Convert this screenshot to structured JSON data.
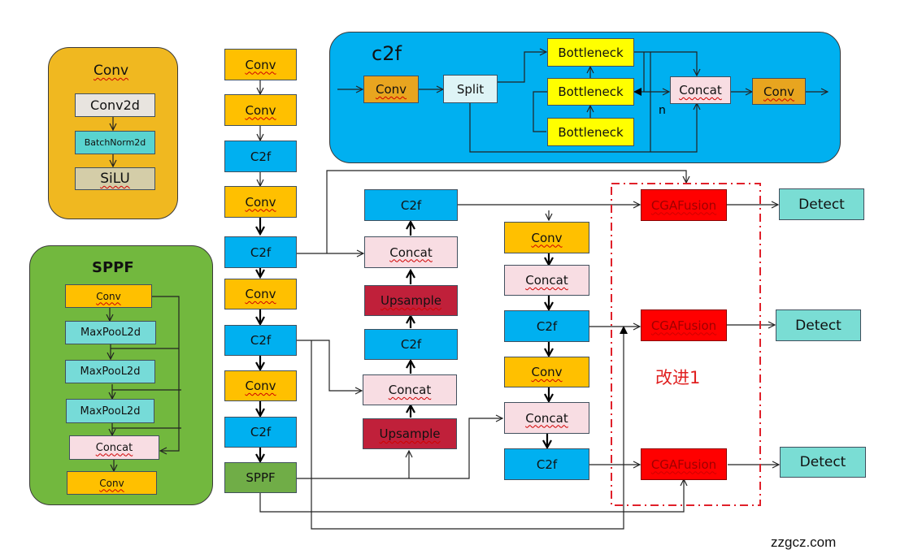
{
  "conv_panel": {
    "title": "Conv",
    "layers": [
      "Conv2d",
      "BatchNorm2d",
      "SiLU"
    ]
  },
  "sppf_panel": {
    "title": "SPPF",
    "layers": [
      "Conv",
      "MaxPooL2d",
      "MaxPooL2d",
      "MaxPooL2d",
      "Concat",
      "Conv"
    ]
  },
  "c2f_panel": {
    "title": "c2f",
    "conv_in": "Conv",
    "split": "Split",
    "bottlenecks": [
      "Bottleneck",
      "Bottleneck",
      "Bottleneck"
    ],
    "repeat_label": "n",
    "concat": "Concat",
    "conv_out": "Conv"
  },
  "backbone": [
    "Conv",
    "Conv",
    "C2f",
    "Conv",
    "C2f",
    "Conv",
    "C2f",
    "Conv",
    "C2f",
    "SPPF"
  ],
  "neck_up": [
    "C2f",
    "Concat",
    "Upsample",
    "C2f",
    "Concat",
    "Upsample"
  ],
  "neck_down": [
    "Conv",
    "Concat",
    "C2f",
    "Conv",
    "Concat",
    "C2f"
  ],
  "fusion": [
    "CGAFusion",
    "CGAFusion",
    "CGAFusion"
  ],
  "heads": [
    "Detect",
    "Detect",
    "Detect"
  ],
  "improvement_label": "改进1",
  "watermark": "zzgcz.com",
  "colors": {
    "conv": "#ffc000",
    "c2f": "#00b0f0",
    "concat": "#f8dde3",
    "upsample": "#c0203a",
    "cgafusion": "#ff0000",
    "detect": "#7addd4",
    "sppf": "#70ad47",
    "highlight_border": "#e0202a"
  }
}
